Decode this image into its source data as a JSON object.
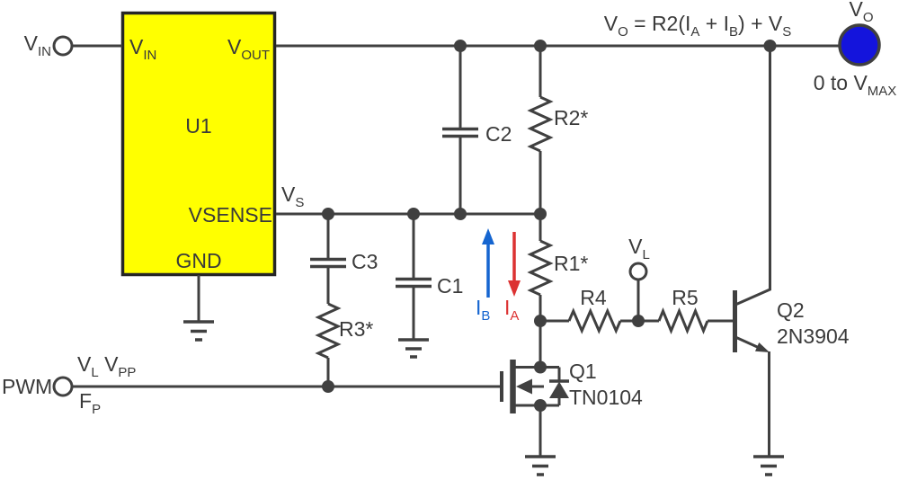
{
  "colors": {
    "wire": "#404040",
    "text": "#3A3A3A",
    "ic_fill": "#FFFF00",
    "ic_border": "#262626",
    "terminal_blue": "#1414DC",
    "arrow_blue": "#1565D0",
    "arrow_red": "#DC3232",
    "background": "#FFFFFF"
  },
  "ic": {
    "ref": "U1",
    "pin_vin": [
      {
        "t": "V"
      },
      {
        "s": "IN"
      }
    ],
    "pin_vout": [
      {
        "t": "V"
      },
      {
        "s": "OUT"
      }
    ],
    "pin_vsense": "VSENSE",
    "pin_gnd": "GND"
  },
  "terminals": {
    "vin": [
      {
        "t": "V"
      },
      {
        "s": "IN"
      }
    ],
    "pwm": "PWM",
    "pwm_signal": [
      {
        "t": "V"
      },
      {
        "s": "L"
      },
      {
        "t": " V"
      },
      {
        "s": "PP"
      }
    ],
    "pwm_freq": [
      {
        "t": "F"
      },
      {
        "s": "P"
      }
    ],
    "vl": [
      {
        "t": "V"
      },
      {
        "s": "L"
      }
    ],
    "vo": [
      {
        "t": "V"
      },
      {
        "s": "O"
      }
    ],
    "vo_range": [
      {
        "t": "0 to V"
      },
      {
        "s": "MAX"
      }
    ]
  },
  "equation": [
    {
      "t": "V"
    },
    {
      "s": "O"
    },
    {
      "t": " = R2(I"
    },
    {
      "s": "A"
    },
    {
      "t": " + I"
    },
    {
      "s": "B"
    },
    {
      "t": ") + V"
    },
    {
      "s": "S"
    }
  ],
  "nets": {
    "vs": [
      {
        "t": "V"
      },
      {
        "s": "S"
      }
    ]
  },
  "currents": {
    "ib": [
      {
        "t": "I"
      },
      {
        "s": "B"
      }
    ],
    "ia": [
      {
        "t": "I"
      },
      {
        "s": "A"
      }
    ]
  },
  "components": {
    "c1": "C1",
    "c2": "C2",
    "c3": "C3",
    "r1": "R1*",
    "r2": "R2*",
    "r3": "R3*",
    "r4": "R4",
    "r5": "R5",
    "q1_ref": "Q1",
    "q1_part": "TN0104",
    "q2_ref": "Q2",
    "q2_part": "2N3904"
  }
}
